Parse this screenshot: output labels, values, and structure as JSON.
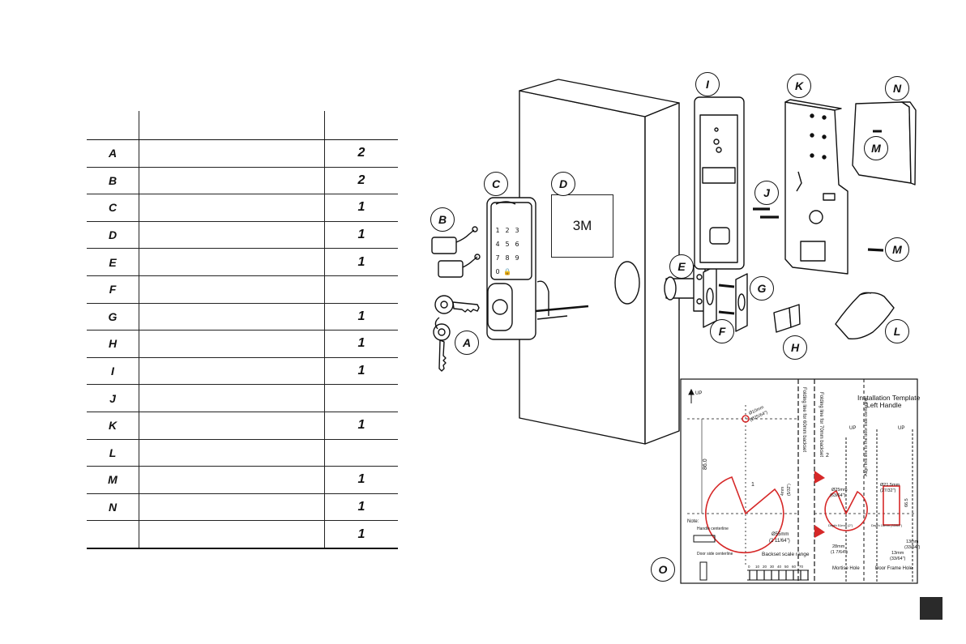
{
  "parts_table": {
    "header": {
      "key": "",
      "description": "",
      "quantity": ""
    },
    "rows": [
      {
        "key": "A",
        "description": "",
        "quantity": "2"
      },
      {
        "key": "B",
        "description": "",
        "quantity": "2"
      },
      {
        "key": "C",
        "description": "",
        "quantity": "1"
      },
      {
        "key": "D",
        "description": "",
        "quantity": "1"
      },
      {
        "key": "E",
        "description": "",
        "quantity": "1"
      },
      {
        "key": "F",
        "description": "",
        "quantity": ""
      },
      {
        "key": "G",
        "description": "",
        "quantity": "1"
      },
      {
        "key": "H",
        "description": "",
        "quantity": "1"
      },
      {
        "key": "I",
        "description": "",
        "quantity": "1"
      },
      {
        "key": "J",
        "description": "",
        "quantity": ""
      },
      {
        "key": "K",
        "description": "",
        "quantity": "1"
      },
      {
        "key": "L",
        "description": "",
        "quantity": ""
      },
      {
        "key": "M",
        "description": "",
        "quantity": "1"
      },
      {
        "key": "N",
        "description": "",
        "quantity": "1"
      },
      {
        "key": "",
        "description": "",
        "quantity": "1"
      }
    ]
  },
  "callouts": {
    "a": "A",
    "b": "B",
    "c": "C",
    "d": "D",
    "e": "E",
    "f": "F",
    "g": "G",
    "h": "H",
    "i": "I",
    "j": "J",
    "k": "K",
    "l": "L",
    "m_top": "M",
    "m_side": "M",
    "n": "N",
    "o": "O"
  },
  "adhesive_label": "3M",
  "keypad_keys": [
    "1",
    "2",
    "3",
    "4",
    "5",
    "6",
    "7",
    "8",
    "9",
    "0",
    "🔒"
  ],
  "template": {
    "title": "Installation Template",
    "subtitle": "Left Handle",
    "up_label_1": "UP",
    "up_label_2": "UP",
    "up_label_3": "UP",
    "folding_line_60": "Folding line for 60mm backset",
    "folding_line_70": "Folding line for 70mm backset",
    "align_line": "Align this line to the door side centerline",
    "dim_top_hole_1": "Ø10mm",
    "dim_top_hole_2": "(Ø25/64\")",
    "dim_vertical": "86.0",
    "dim_offset_1": "4mm",
    "dim_offset_2": "(5/32\")",
    "dim_big_hole_1": "Ø55mm",
    "dim_big_hole_2": "(2 11/64\")",
    "dim_mortise_1": "Ø25mm",
    "dim_mortise_2": "(63/64\")",
    "depth_mortise": "Depth 51mm (2\")",
    "dim_mortise_w_1": "28mm",
    "dim_mortise_w_2": "(1 7/64\")",
    "dim_frame_1": "Ø21.5mm",
    "dim_frame_2": "(27/32\")",
    "depth_frame": "Depth 13mm (33/64\")",
    "dim_frame_h": "66.5",
    "dim_frame_w_1": "13mm",
    "dim_frame_w_2": "(33/64\")",
    "dim_frame_s_1": "13mm",
    "dim_frame_s_2": "(33/64\")",
    "backset_label": "Backset scale range",
    "scale_ticks": [
      "0",
      "10",
      "20",
      "30",
      "40",
      "50",
      "60",
      "70"
    ],
    "mortise_hole": "Mortise Hole",
    "door_frame_hole": "Door Frame Hole",
    "note_title": "Note:",
    "note_1": "Handle centerline",
    "note_2": "Door side centerline",
    "marker_1": "1",
    "marker_2": "2"
  },
  "page_number": ""
}
